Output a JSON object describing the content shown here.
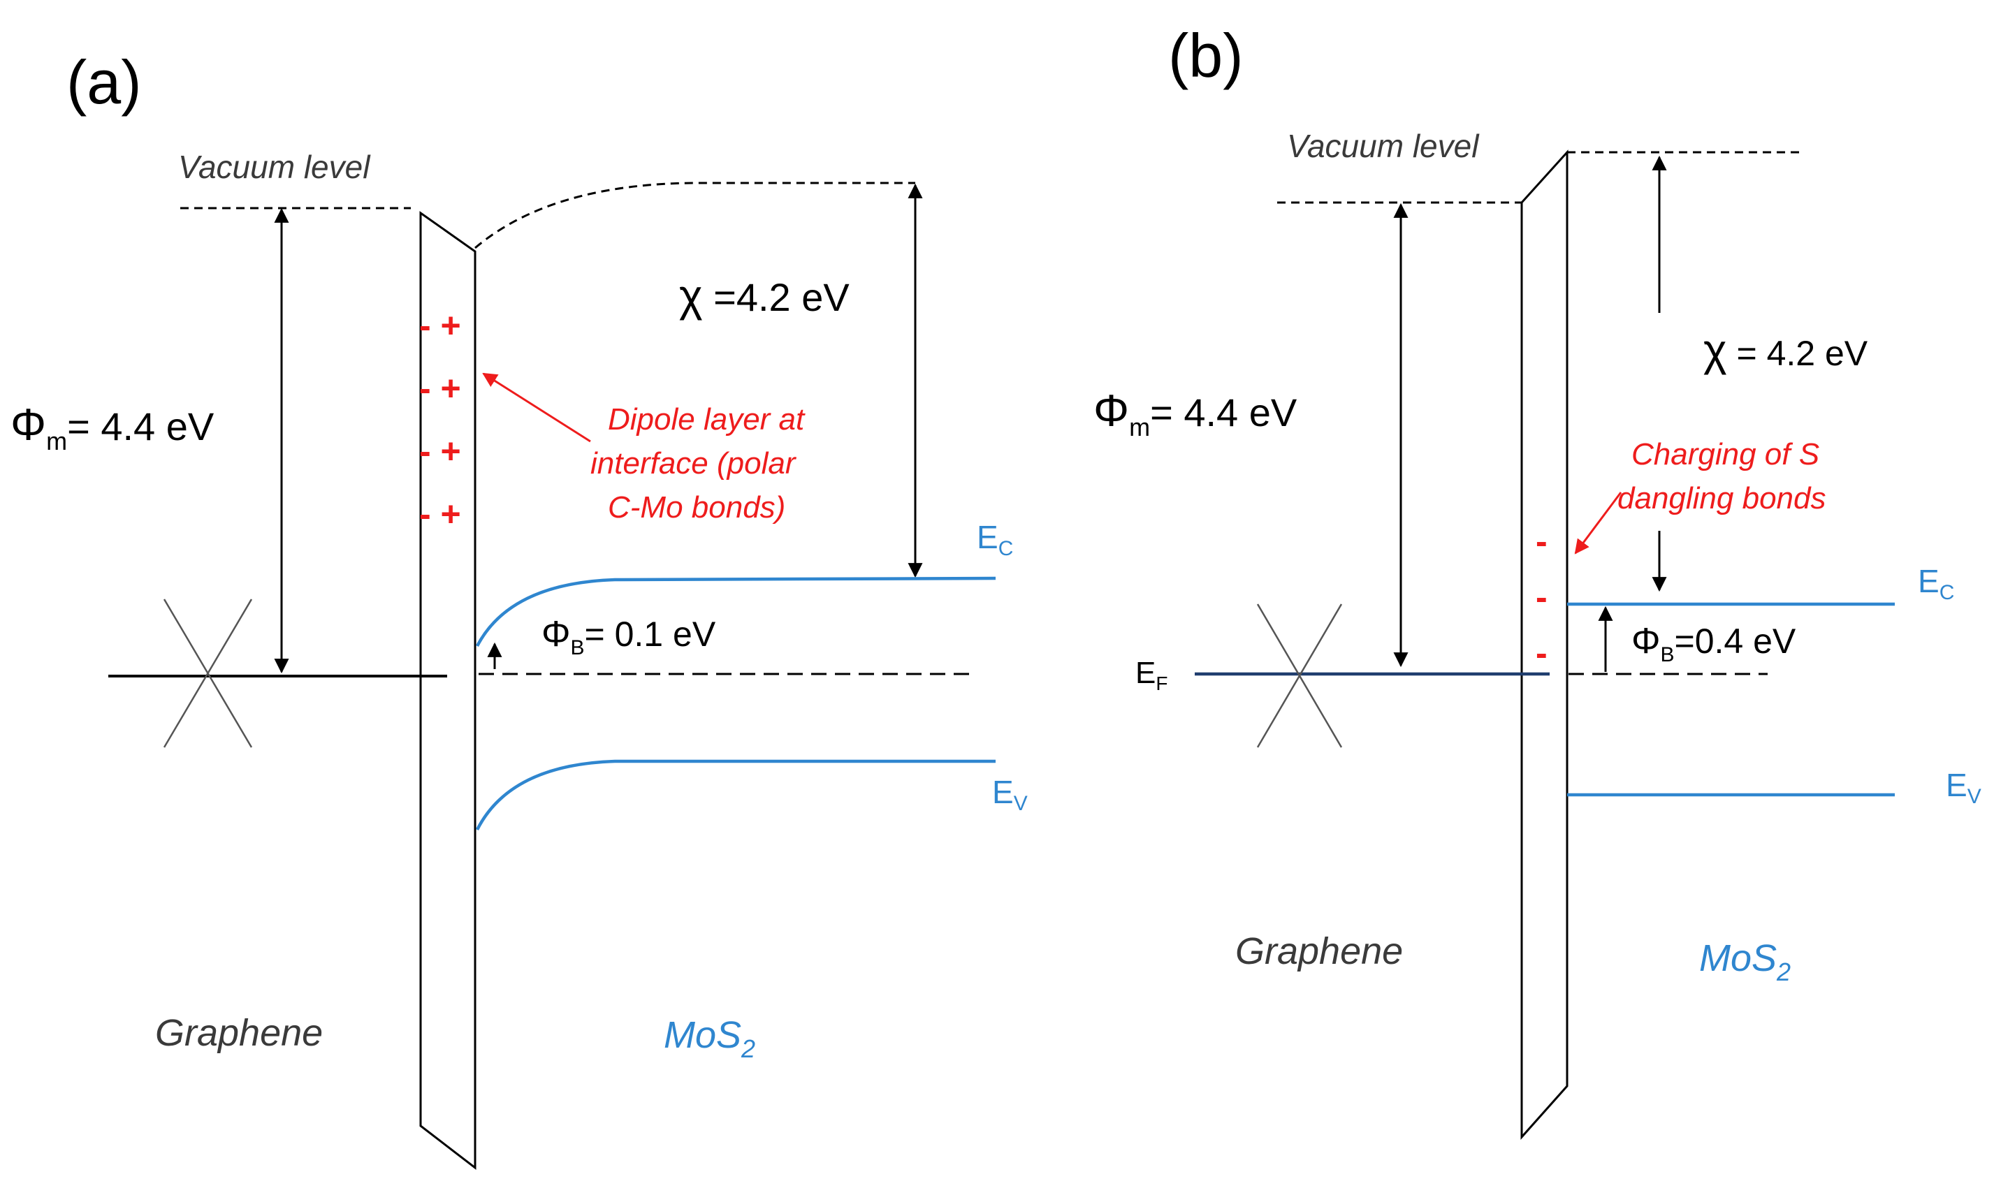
{
  "panel_a": {
    "label": "(a)",
    "vacuum_level": "Vacuum level",
    "phi_m_symbol": "Φ",
    "phi_m_sub": "m",
    "phi_m_value": "= 4.4 eV",
    "chi_symbol": "χ",
    "chi_value": " =4.2 eV",
    "phi_b_symbol": "Φ",
    "phi_b_sub": "B",
    "phi_b_value": "= 0.1 eV",
    "ec_label": "E",
    "ec_sub": "C",
    "ev_label": "E",
    "ev_sub": "V",
    "annotation_lines": [
      "Dipole layer at",
      "interface (polar",
      "C-Mo bonds)"
    ],
    "charges": [
      "- +",
      "- +",
      "- +",
      "- +"
    ],
    "left_material": "Graphene",
    "right_material_base": "MoS",
    "right_material_sub": "2"
  },
  "panel_b": {
    "label": "(b)",
    "vacuum_level": "Vacuum level",
    "phi_m_symbol": "Φ",
    "phi_m_sub": "m",
    "phi_m_value": "= 4.4 eV",
    "chi_symbol": "χ",
    "chi_value": " = 4.2 eV",
    "phi_b_symbol": "Φ",
    "phi_b_sub": "B",
    "phi_b_value": "=0.4 eV",
    "ef_label": "E",
    "ef_sub": "F",
    "ec_label": "E",
    "ec_sub": "C",
    "ev_label": "E",
    "ev_sub": "V",
    "annotation_lines": [
      "Charging of S",
      "dangling bonds"
    ],
    "charges": [
      "-",
      "-",
      "-"
    ],
    "left_material": "Graphene",
    "right_material_base": "MoS",
    "right_material_sub": "2"
  },
  "colors": {
    "band_blue": "#2f86cf",
    "annotation_red": "#ee1c1c",
    "line_black": "#000000"
  }
}
